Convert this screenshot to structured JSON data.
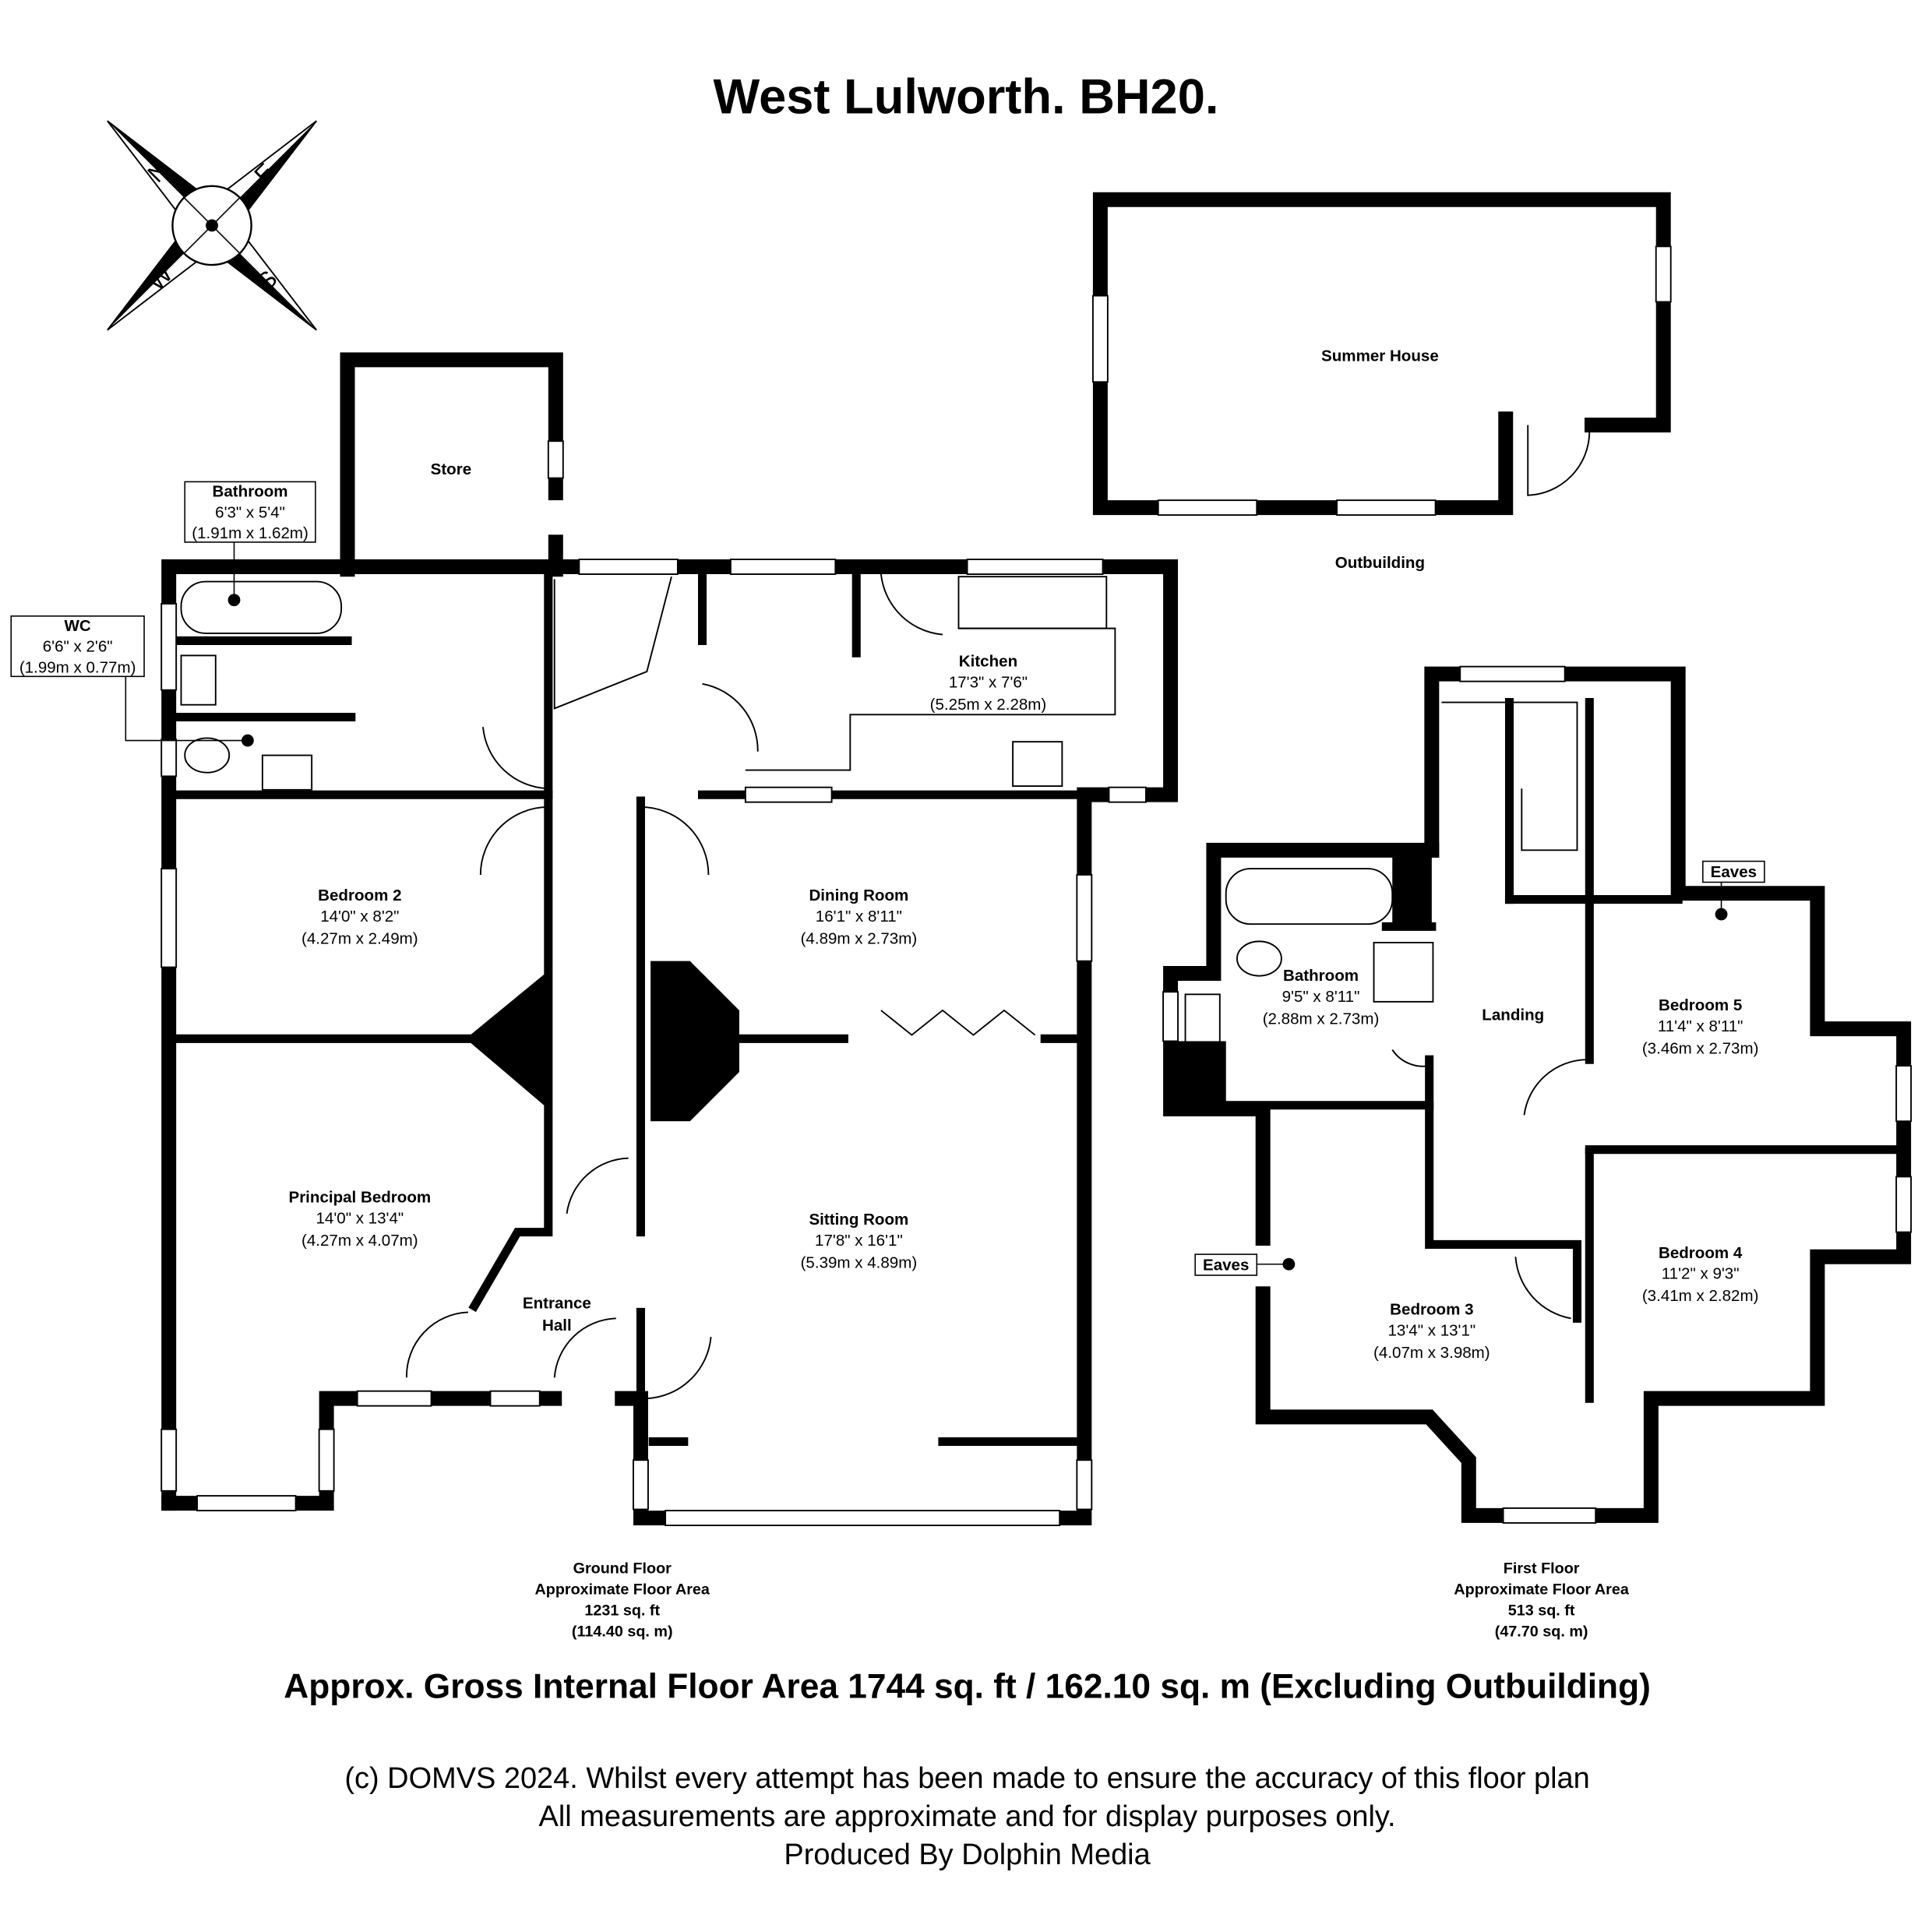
{
  "title": "West Lulworth. BH20.",
  "compass": {
    "n": "N",
    "e": "E",
    "s": "S",
    "w": "W"
  },
  "ground_floor": {
    "store": {
      "name": "Store"
    },
    "kitchen": {
      "name": "Kitchen",
      "imperial": "17'3\" x 7'6\"",
      "metric": "(5.25m x 2.28m)"
    },
    "bedroom2": {
      "name": "Bedroom 2",
      "imperial": "14'0\" x 8'2\"",
      "metric": "(4.27m x 2.49m)"
    },
    "dining": {
      "name": "Dining Room",
      "imperial": "16'1\" x 8'11\"",
      "metric": "(4.89m x 2.73m)"
    },
    "principal": {
      "name": "Principal Bedroom",
      "imperial": "14'0\" x 13'4\"",
      "metric": "(4.27m x 4.07m)"
    },
    "sitting": {
      "name": "Sitting Room",
      "imperial": "17'8\" x 16'1\"",
      "metric": "(5.39m x 4.89m)"
    },
    "entrance": {
      "line1": "Entrance",
      "line2": "Hall"
    },
    "bathroom": {
      "name": "Bathroom",
      "imperial": "6'3\" x 5'4\"",
      "metric": "(1.91m x 1.62m)"
    },
    "wc": {
      "name": "WC",
      "imperial": "6'6\" x 2'6\"",
      "metric": "(1.99m x 0.77m)"
    },
    "area": {
      "label1": "Ground Floor",
      "label2": "Approximate Floor Area",
      "sqft": "1231 sq. ft",
      "sqm": "(114.40 sq. m)"
    }
  },
  "outbuilding": {
    "summer_house": "Summer House",
    "label": "Outbuilding"
  },
  "first_floor": {
    "bathroom": {
      "name": "Bathroom",
      "imperial": "9'5\" x 8'11\"",
      "metric": "(2.88m x 2.73m)"
    },
    "landing": {
      "name": "Landing"
    },
    "bedroom5": {
      "name": "Bedroom 5",
      "imperial": "11'4\" x 8'11\"",
      "metric": "(3.46m x 2.73m)"
    },
    "bedroom4": {
      "name": "Bedroom 4",
      "imperial": "11'2\" x 9'3\"",
      "metric": "(3.41m x 2.82m)"
    },
    "bedroom3": {
      "name": "Bedroom 3",
      "imperial": "13'4\" x 13'1\"",
      "metric": "(4.07m x 3.98m)"
    },
    "eaves1": "Eaves",
    "eaves2": "Eaves",
    "area": {
      "label1": "First Floor",
      "label2": "Approximate Floor Area",
      "sqft": "513 sq. ft",
      "sqm": "(47.70 sq. m)"
    }
  },
  "gross_area": "Approx. Gross Internal Floor Area 1744 sq. ft / 162.10 sq. m (Excluding Outbuilding)",
  "footer": {
    "line1": "(c) DOMVS 2024. Whilst every attempt has been made to ensure the accuracy of this floor plan",
    "line2": "All measurements are approximate and for display purposes only.",
    "line3": "Produced By Dolphin Media"
  }
}
